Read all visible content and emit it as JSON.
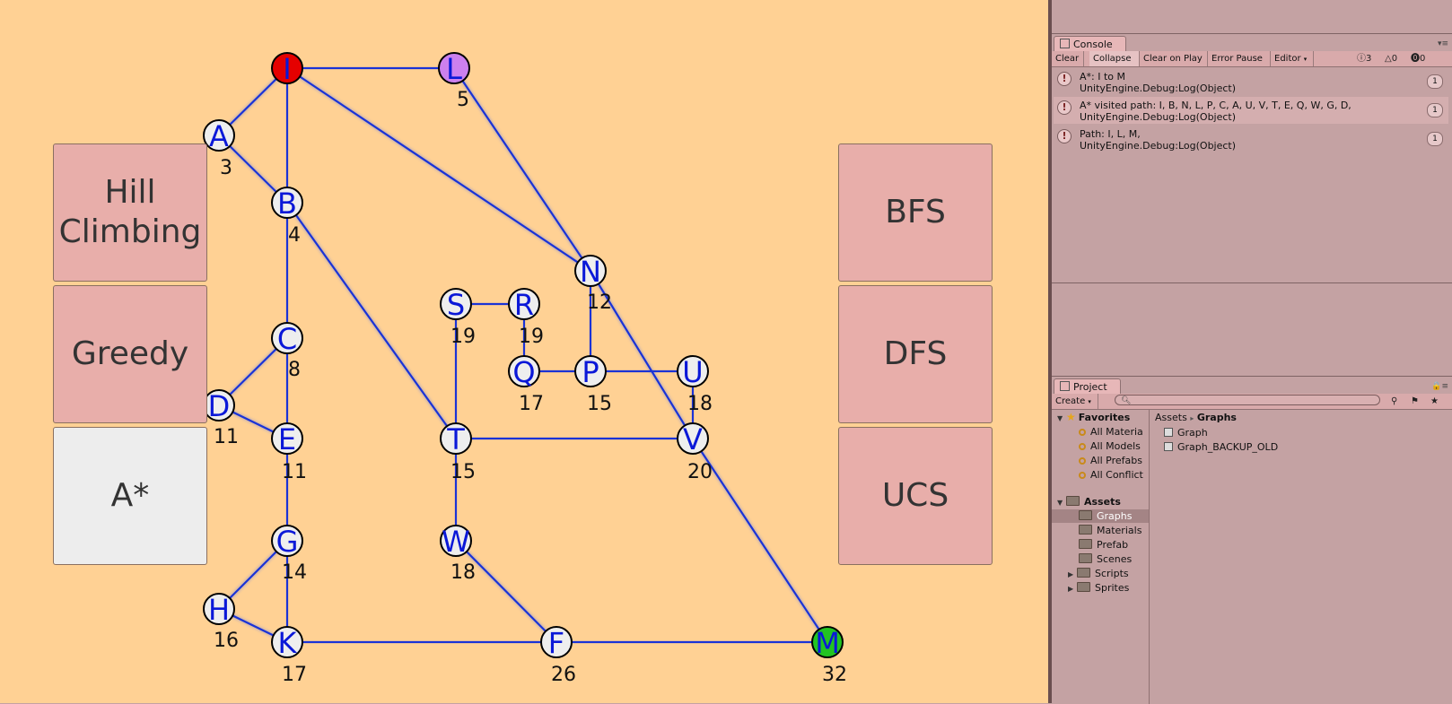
{
  "game": {
    "nodes": [
      {
        "label": "I",
        "cost": "",
        "color": "#e50000"
      },
      {
        "label": "L",
        "cost": "5",
        "color": "#cc80ee"
      },
      {
        "label": "A",
        "cost": "3",
        "color": "#eeeeee"
      },
      {
        "label": "B",
        "cost": "4",
        "color": "#eeeeee"
      },
      {
        "label": "N",
        "cost": "12",
        "color": "#eeeeee"
      },
      {
        "label": "S",
        "cost": "19",
        "color": "#eeeeee"
      },
      {
        "label": "R",
        "cost": "19",
        "color": "#eeeeee"
      },
      {
        "label": "C",
        "cost": "8",
        "color": "#eeeeee"
      },
      {
        "label": "Q",
        "cost": "17",
        "color": "#eeeeee"
      },
      {
        "label": "P",
        "cost": "15",
        "color": "#eeeeee"
      },
      {
        "label": "U",
        "cost": "18",
        "color": "#eeeeee"
      },
      {
        "label": "D",
        "cost": "11",
        "color": "#eeeeee"
      },
      {
        "label": "E",
        "cost": "11",
        "color": "#eeeeee"
      },
      {
        "label": "T",
        "cost": "15",
        "color": "#eeeeee"
      },
      {
        "label": "V",
        "cost": "20",
        "color": "#eeeeee"
      },
      {
        "label": "G",
        "cost": "14",
        "color": "#eeeeee"
      },
      {
        "label": "W",
        "cost": "18",
        "color": "#eeeeee"
      },
      {
        "label": "H",
        "cost": "16",
        "color": "#eeeeee"
      },
      {
        "label": "K",
        "cost": "17",
        "color": "#eeeeee"
      },
      {
        "label": "F",
        "cost": "26",
        "color": "#eeeeee"
      },
      {
        "label": "M",
        "cost": "32",
        "color": "#22c422"
      }
    ],
    "edges": [
      [
        "I",
        "L"
      ],
      [
        "I",
        "A"
      ],
      [
        "I",
        "B"
      ],
      [
        "I",
        "N"
      ],
      [
        "L",
        "N"
      ],
      [
        "A",
        "B"
      ],
      [
        "B",
        "C"
      ],
      [
        "B",
        "T"
      ],
      [
        "N",
        "P"
      ],
      [
        "N",
        "V"
      ],
      [
        "S",
        "R"
      ],
      [
        "R",
        "Q"
      ],
      [
        "Q",
        "P"
      ],
      [
        "P",
        "U"
      ],
      [
        "U",
        "V"
      ],
      [
        "C",
        "D"
      ],
      [
        "C",
        "E"
      ],
      [
        "D",
        "E"
      ],
      [
        "E",
        "G"
      ],
      [
        "S",
        "T"
      ],
      [
        "T",
        "V"
      ],
      [
        "T",
        "W"
      ],
      [
        "W",
        "F"
      ],
      [
        "G",
        "H"
      ],
      [
        "G",
        "K"
      ],
      [
        "H",
        "K"
      ],
      [
        "K",
        "F"
      ],
      [
        "F",
        "M"
      ],
      [
        "V",
        "M"
      ]
    ],
    "buttons": {
      "hill_climbing": "Hill Climbing",
      "greedy": "Greedy",
      "astar": "A*",
      "bfs": "BFS",
      "dfs": "DFS",
      "ucs": "UCS"
    },
    "selected_button": "A*"
  },
  "console": {
    "tab_label": "Console",
    "toolbar": {
      "clear": "Clear",
      "collapse": "Collapse",
      "clear_on_play": "Clear on Play",
      "error_pause": "Error Pause",
      "editor": "Editor"
    },
    "counts": {
      "logs": "3",
      "warnings": "0",
      "errors": "0"
    },
    "rows": [
      {
        "line1": "A*: I to M",
        "line2": "UnityEngine.Debug:Log(Object)",
        "count": "1"
      },
      {
        "line1": "A* visited path: I, B, N, L, P, C, A, U, V, T, E, Q, W, G, D,",
        "line2": "UnityEngine.Debug:Log(Object)",
        "count": "1"
      },
      {
        "line1": "Path: I, L, M,",
        "line2": "UnityEngine.Debug:Log(Object)",
        "count": "1"
      }
    ]
  },
  "project": {
    "tab_label": "Project",
    "create_label": "Create",
    "breadcrumb_root": "Assets",
    "breadcrumb_current": "Graphs",
    "favorites_label": "Favorites",
    "favorites": [
      "All Materia",
      "All Models",
      "All Prefabs",
      "All Conflict"
    ],
    "assets_label": "Assets",
    "folders": [
      "Graphs",
      "Materials",
      "Prefab",
      "Scenes",
      "Scripts",
      "Sprites"
    ],
    "selected_folder": "Graphs",
    "files": [
      "Graph",
      "Graph_BACKUP_OLD"
    ]
  }
}
